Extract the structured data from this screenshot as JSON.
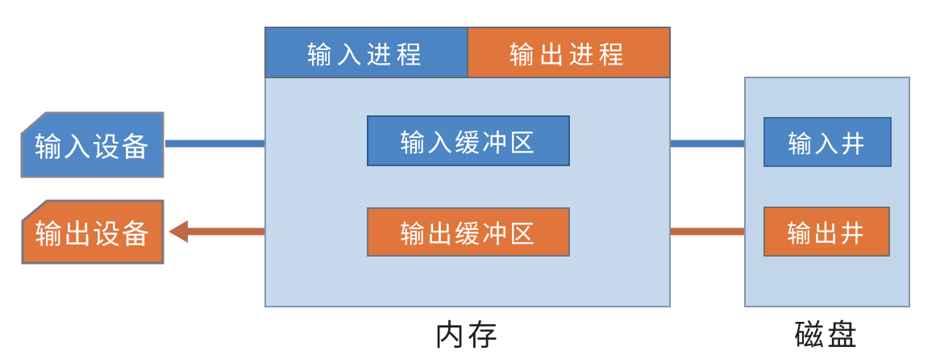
{
  "diagram": {
    "type": "spooling-architecture-diagram",
    "language": "zh-CN"
  },
  "memory": {
    "caption": "内存",
    "tabs": [
      {
        "label": "输入进程",
        "color": "#4c84c4"
      },
      {
        "label": "输出进程",
        "color": "#e0763b"
      }
    ],
    "buffers": [
      {
        "label": "输入缓冲区",
        "color": "#4d86c5"
      },
      {
        "label": "输出缓冲区",
        "color": "#e0763b"
      }
    ]
  },
  "disk": {
    "caption": "磁盘",
    "wells": [
      {
        "label": "输入井",
        "color": "#4d86c5"
      },
      {
        "label": "输出井",
        "color": "#e0763b"
      }
    ]
  },
  "devices": [
    {
      "label": "输入设备",
      "color": "#5088c7"
    },
    {
      "label": "输出设备",
      "color": "#e0763b"
    }
  ],
  "arrows": [
    {
      "from": "输入设备",
      "to": "输入缓冲区",
      "direction": "right",
      "color": "#4a7cbb"
    },
    {
      "from": "输入缓冲区",
      "to": "输入井",
      "direction": "right",
      "color": "#4a7cbb"
    },
    {
      "from": "输出井",
      "to": "输出缓冲区",
      "direction": "left",
      "color": "#bf6a46"
    },
    {
      "from": "输出缓冲区",
      "to": "输出设备",
      "direction": "left",
      "color": "#bf6a46"
    }
  ],
  "colors": {
    "container_fill": "#c6d9ed",
    "container_border": "#7e99bb",
    "blue": "#4d86c5",
    "orange": "#e0763b",
    "arrow_blue": "#4a7cbb",
    "arrow_orange": "#bf6a46",
    "caption_text": "#1f1f1f",
    "box_text": "#ffffff",
    "background": "#ffffff"
  }
}
